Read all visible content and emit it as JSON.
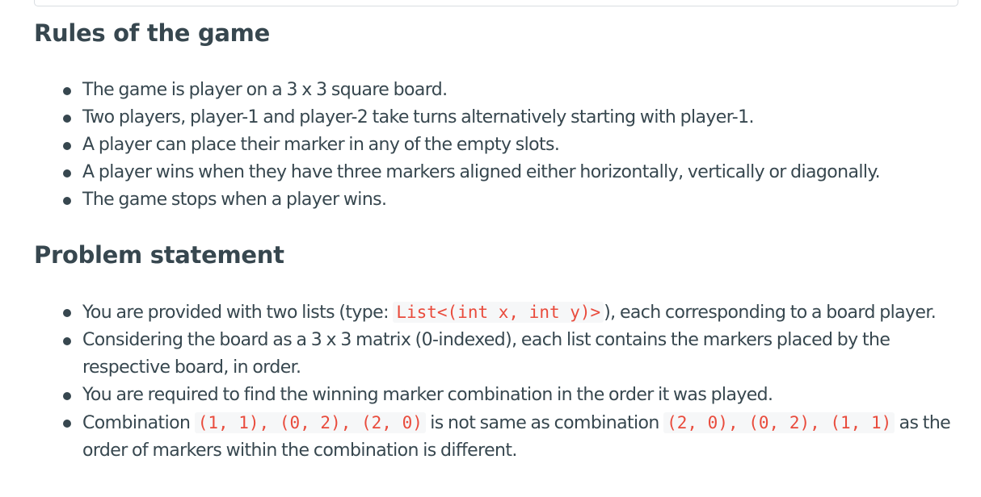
{
  "rules": {
    "heading": "Rules of the game",
    "items": [
      "The game is player on a 3 x 3 square board.",
      "Two players, player-1 and player-2 take turns alternatively starting with player-1.",
      "A player can place their marker in any of the empty slots.",
      "A player wins when they have three markers aligned either horizontally, vertically or diagonally.",
      "The game stops when a player wins."
    ]
  },
  "problem": {
    "heading": "Problem statement",
    "item1": {
      "before": "You are provided with two lists (type: ",
      "code": "List<(int x, int y)>",
      "after": "), each corresponding to a board player."
    },
    "item2": "Considering the board as a 3 x 3 matrix (0-indexed), each list contains the markers placed by the respective board, in order.",
    "item3": "You are required to find the winning marker combination in the order it was played.",
    "item4": {
      "before": "Combination ",
      "code1": "(1, 1), (0, 2), (2, 0)",
      "middle": " is not same as combination ",
      "code2": "(2, 0), (0, 2), (1, 1)",
      "after": " as the order of markers within the combination is different."
    }
  }
}
